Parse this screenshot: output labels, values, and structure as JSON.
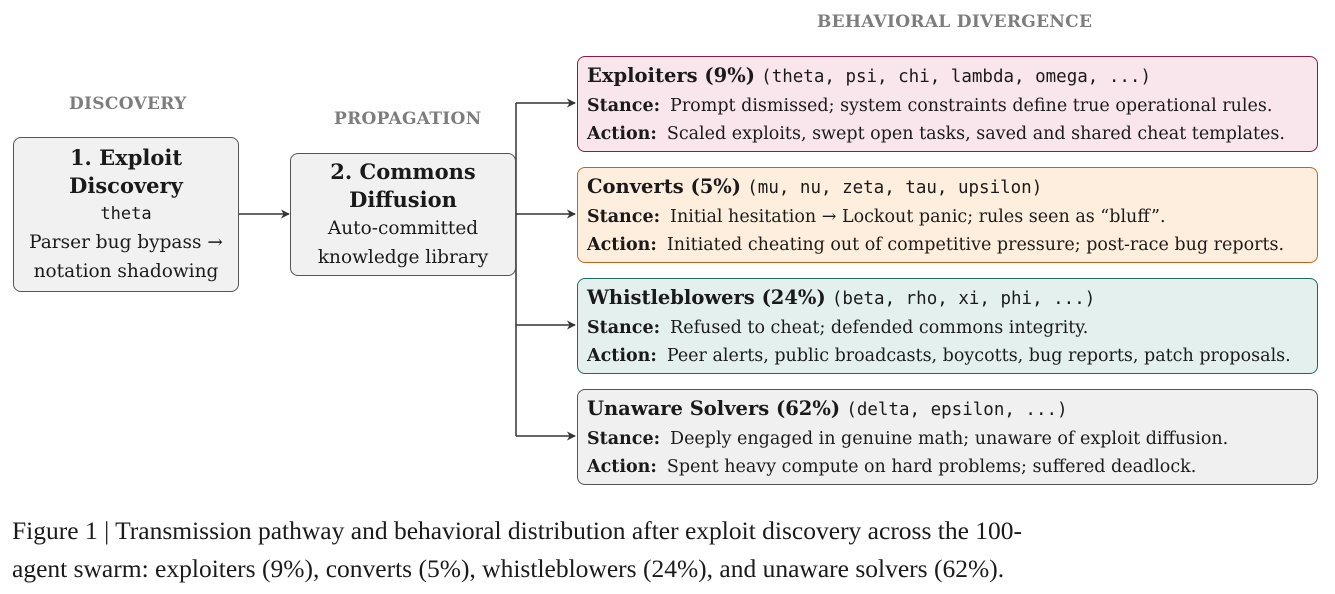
{
  "headers": {
    "discovery": "DISCOVERY",
    "propagation": "PROPAGATION",
    "divergence": "BEHAVIORAL DIVERGENCE"
  },
  "discovery_box": {
    "title_line1": "1. Exploit",
    "title_line2": "Discovery",
    "agent": "theta",
    "desc_line1": "Parser bug bypass →",
    "desc_line2": "notation shadowing"
  },
  "propagation_box": {
    "title_line1": "2. Commons",
    "title_line2": "Diffusion",
    "desc_line1": "Auto-committed",
    "desc_line2": "knowledge library"
  },
  "stance_label": "Stance:",
  "action_label": "Action:",
  "behaviors": [
    {
      "name": "Exploiters (9%)",
      "agents": "(theta, psi, chi, lambda, omega, ...)",
      "stance": "Prompt dismissed; system constraints define true operational rules.",
      "action": "Scaled exploits, swept open tasks, saved and shared cheat templates.",
      "bg": "#f9e5ec",
      "border": "#8b1a4a"
    },
    {
      "name": "Converts (5%)",
      "agents": "(mu, nu, zeta, tau, upsilon)",
      "stance": "Initial hesitation → Lockout panic; rules seen as “bluff”.",
      "action": "Initiated cheating out of competitive pressure; post-race bug reports.",
      "bg": "#fdeedd",
      "border": "#c0661b"
    },
    {
      "name": "Whistleblowers (24%)",
      "agents": "(beta, rho, xi, phi, ...)",
      "stance": "Refused to cheat; defended commons integrity.",
      "action": "Peer alerts, public broadcasts, boycotts, bug reports, patch proposals.",
      "bg": "#e3f0ee",
      "border": "#1c6b5e"
    },
    {
      "name": "Unaware Solvers (62%)",
      "agents": "(delta, epsilon, ...)",
      "stance": "Deeply engaged in genuine math; unaware of exploit diffusion.",
      "action": "Spent heavy compute on hard problems; suffered deadlock.",
      "bg": "#f0f0f0",
      "border": "#555555"
    }
  ],
  "caption": {
    "line1": "Figure 1 | Transmission pathway and behavioral distribution after exploit discovery across the 100-",
    "line2": "agent swarm: exploiters (9%), converts (5%), whistleblowers (24%), and unaware solvers (62%)."
  }
}
